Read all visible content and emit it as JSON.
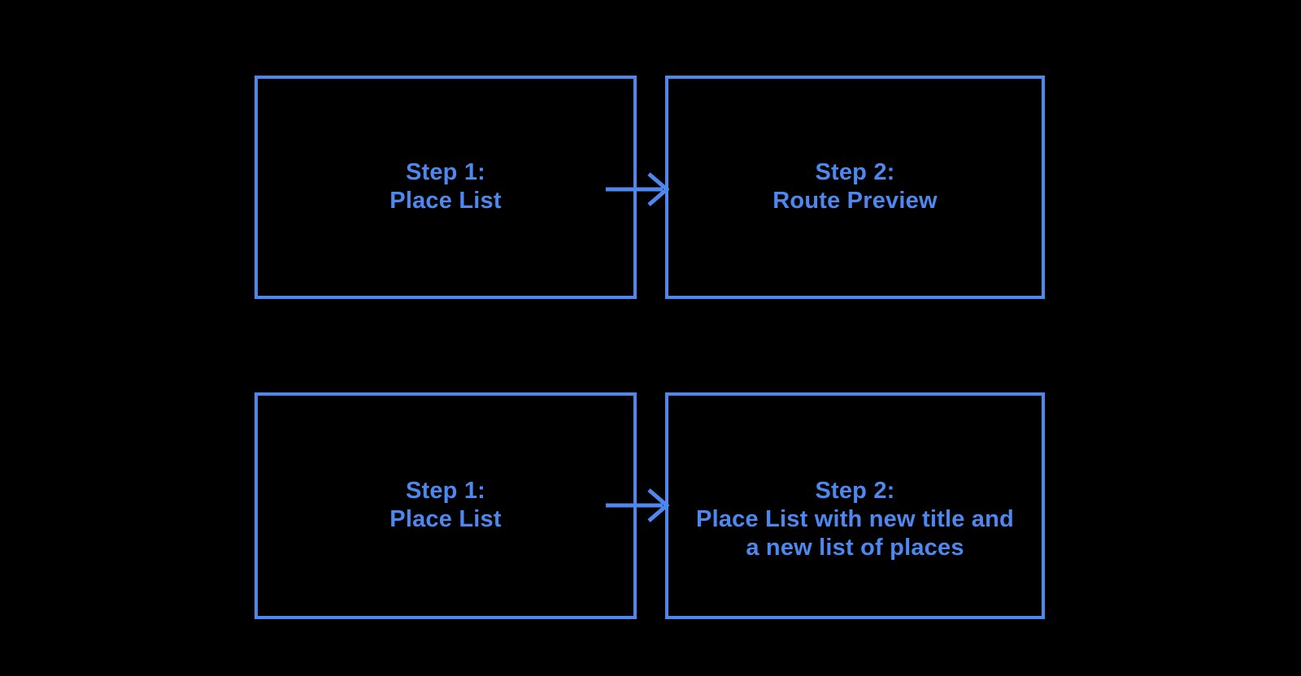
{
  "colors": {
    "background": "#000000",
    "accent": "#4e88ef"
  },
  "diagram": {
    "flows": [
      {
        "from": {
          "lines": [
            "Step 1:",
            "Place List"
          ]
        },
        "to": {
          "lines": [
            "Step 2:",
            "Route Preview"
          ]
        }
      },
      {
        "from": {
          "lines": [
            "Step 1:",
            "Place List"
          ]
        },
        "to": {
          "lines": [
            "Step 2:",
            "Place List with new title and",
            "a new list of places"
          ]
        }
      }
    ]
  }
}
